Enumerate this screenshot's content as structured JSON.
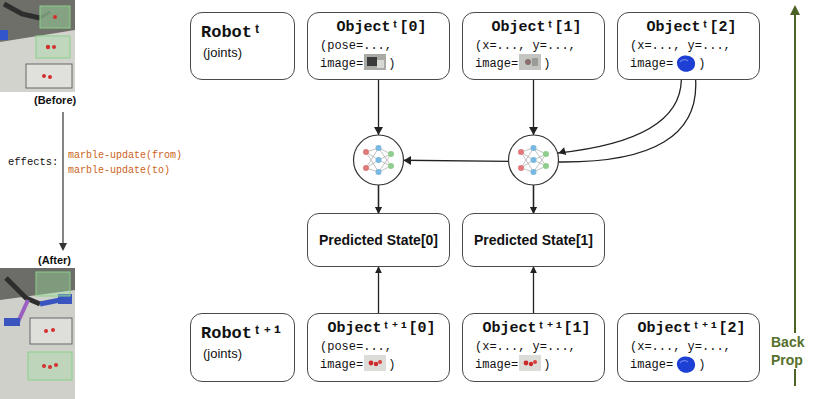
{
  "diagram": {
    "nodes": [
      {
        "text": [
          "Robotᵗ",
          "(joints)"
        ]
      },
      {
        "text": [
          "Objectᵗ[0]",
          "(pose=...,",
          "image=",
          ")"
        ]
      },
      {
        "text": [
          "Objectᵗ[1]",
          "(x=..., y=...,",
          "image=",
          ")"
        ]
      },
      {
        "text": [
          "Objectᵗ[2]",
          "(x=..., y=...,",
          "image=",
          ")"
        ]
      },
      {
        "text": [
          "Predicted State[0]"
        ]
      },
      {
        "text": [
          "Predicted State[1]"
        ]
      },
      {
        "text": [
          "Robotᵗ⁺¹",
          "(joints)"
        ]
      },
      {
        "text": [
          "Objectᵗ⁺¹[0]",
          "(pose=...,",
          "image=",
          ")"
        ]
      },
      {
        "text": [
          "Objectᵗ⁺¹[1]",
          "(x=..., y=...,",
          "image=",
          ")"
        ]
      },
      {
        "text": [
          "Objectᵗ⁺¹[2]",
          "(x=..., y=...,",
          "image=",
          ")"
        ]
      }
    ],
    "edges": [
      {
        "from": 1,
        "to": 4,
        "arrow": "to"
      },
      {
        "from": 3,
        "to": 4,
        "arrow": "to"
      },
      {
        "from": 2,
        "to": 5,
        "arrow": "to"
      },
      {
        "from": 3,
        "to": 5,
        "arrow": "to"
      },
      {
        "from": 7,
        "to": 4,
        "arrow": "to"
      },
      {
        "from": 8,
        "to": 5,
        "arrow": "to"
      }
    ],
    "labels": [
      "(Before)",
      "effects:",
      "marble-update(from)",
      "marble-update(to)",
      "(After)",
      "Back Prop"
    ]
  }
}
